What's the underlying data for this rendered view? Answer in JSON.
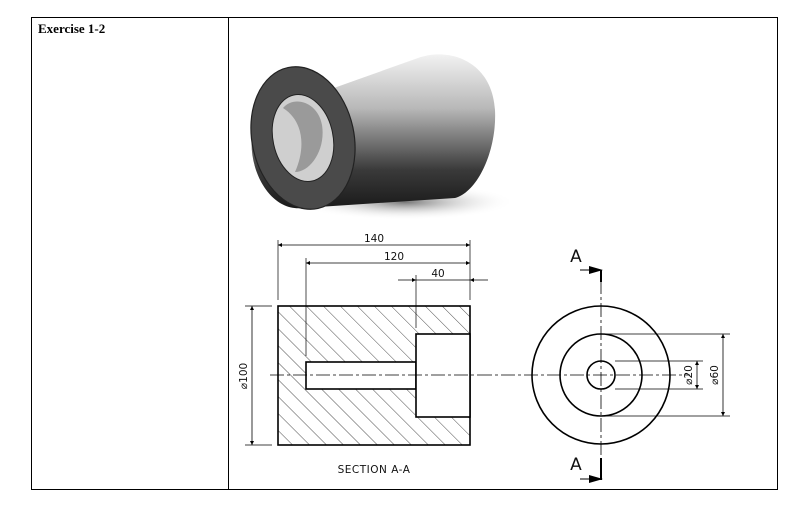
{
  "exercise": {
    "title": "Exercise 1-2"
  },
  "drawing": {
    "dimensions": {
      "overall_length": "140",
      "length_120": "120",
      "length_40": "40",
      "diameter_100": "⌀100",
      "diameter_20": "⌀20",
      "diameter_60": "⌀60"
    },
    "section_label": "SECTION A-A",
    "cut_label_top": "A",
    "cut_label_bottom": "A"
  }
}
